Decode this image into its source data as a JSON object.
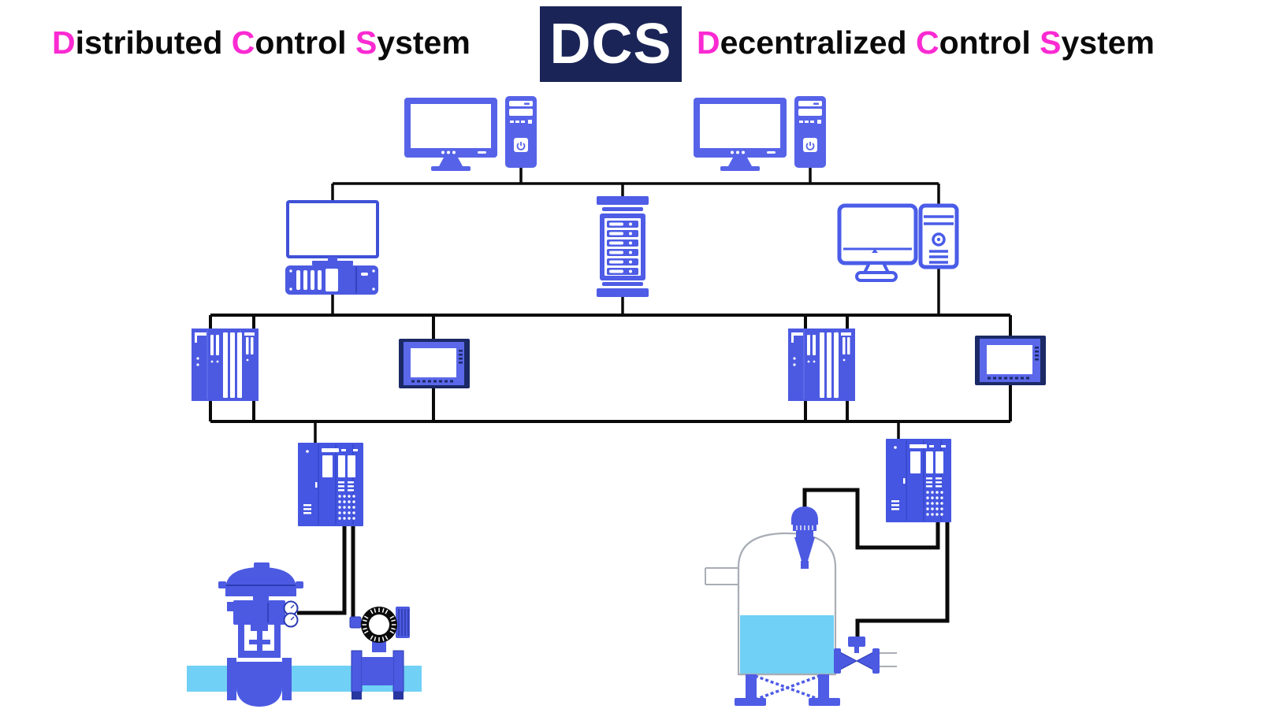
{
  "header": {
    "left_title": {
      "full_text": "Distributed Control System",
      "segments": [
        {
          "text": "D",
          "accent": true
        },
        {
          "text": "istributed ",
          "accent": false
        },
        {
          "text": "C",
          "accent": true
        },
        {
          "text": "ontrol ",
          "accent": false
        },
        {
          "text": "S",
          "accent": true
        },
        {
          "text": "ystem",
          "accent": false
        }
      ]
    },
    "badge": "DCS",
    "right_title": {
      "full_text": "Decentralized Control System",
      "segments": [
        {
          "text": "D",
          "accent": true
        },
        {
          "text": "ecentralized ",
          "accent": false
        },
        {
          "text": "C",
          "accent": true
        },
        {
          "text": "ontrol ",
          "accent": false
        },
        {
          "text": "S",
          "accent": true
        },
        {
          "text": "ystem",
          "accent": false
        }
      ]
    }
  },
  "palette": {
    "accent_magenta": "#fb2ad2",
    "badge_navy": "#1b2456",
    "device_blue": "#4e5ce6",
    "hmi_frame_navy": "#1b2a66",
    "pipe_cyan": "#70d0f5",
    "network_line_black": "#0a0a0a",
    "tank_outline_gray": "#a8adb5"
  },
  "components": [
    {
      "name": "engineering-workstation-left",
      "type": "desktop-computer-icon"
    },
    {
      "name": "engineering-workstation-right",
      "type": "desktop-computer-icon"
    },
    {
      "name": "operator-station",
      "type": "monitor-with-controller-icon"
    },
    {
      "name": "server-rack",
      "type": "server-icon"
    },
    {
      "name": "engineering-computer",
      "type": "desktop-outline-icon"
    },
    {
      "name": "plc-rack-left",
      "type": "plc-icon"
    },
    {
      "name": "plc-rack-right",
      "type": "plc-icon"
    },
    {
      "name": "hmi-panel-left",
      "type": "hmi-icon"
    },
    {
      "name": "hmi-panel-right",
      "type": "hmi-icon"
    },
    {
      "name": "remote-io-left",
      "type": "io-module-icon"
    },
    {
      "name": "remote-io-right",
      "type": "io-module-icon"
    },
    {
      "name": "control-valve-with-positioner",
      "type": "field-device-icon"
    },
    {
      "name": "flow-meter",
      "type": "field-device-icon"
    },
    {
      "name": "process-pipe",
      "type": "pipe"
    },
    {
      "name": "storage-tank",
      "type": "vessel"
    },
    {
      "name": "level-transmitter",
      "type": "field-device-icon"
    },
    {
      "name": "outlet-valve",
      "type": "field-device-icon"
    }
  ]
}
